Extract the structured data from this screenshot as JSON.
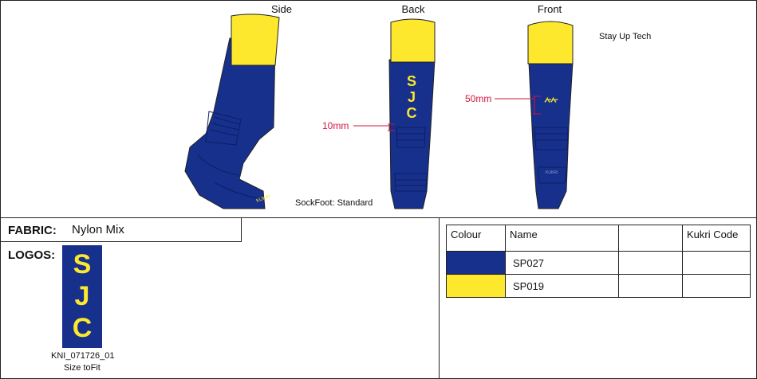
{
  "views": {
    "side": "Side",
    "back": "Back",
    "front": "Front"
  },
  "notes": {
    "stay_up": "Stay Up Tech",
    "sock_foot": "SockFoot: Standard"
  },
  "measurements": {
    "back": "10mm",
    "front": "50mm"
  },
  "sock_lettering": [
    "S",
    "J",
    "C"
  ],
  "fabric": {
    "label": "FABRIC:",
    "value": "Nylon Mix"
  },
  "logos": {
    "label": "LOGOS:",
    "letters": [
      "S",
      "J",
      "C"
    ],
    "code": "KNI_071726_01",
    "size_note": "Size toFit"
  },
  "colour_table": {
    "headers": [
      "Colour",
      "Name",
      "",
      "Kukri Code"
    ],
    "rows": [
      {
        "swatch": "#16308c",
        "name": "SP027",
        "extra": "",
        "kukri": ""
      },
      {
        "swatch": "#fde82e",
        "name": "SP019",
        "extra": "",
        "kukri": ""
      }
    ]
  },
  "colors": {
    "navy": "#16308c",
    "yellow": "#fde82e",
    "accent": "#d0173f"
  }
}
